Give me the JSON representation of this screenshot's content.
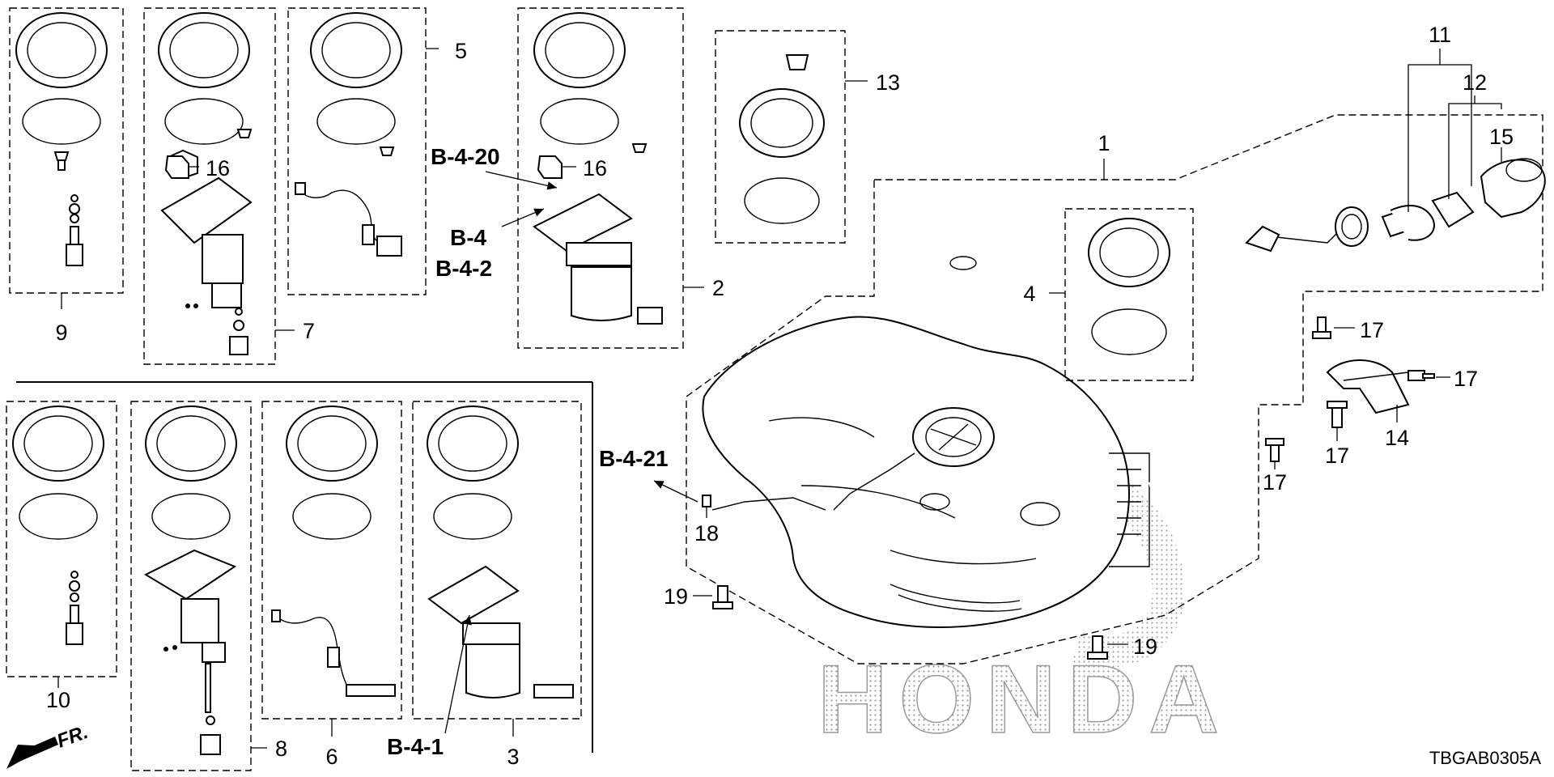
{
  "parts": {
    "p1": "1",
    "p2": "2",
    "p3": "3",
    "p4": "4",
    "p5": "5",
    "p6": "6",
    "p7": "7",
    "p8": "8",
    "p9": "9",
    "p10": "10",
    "p11": "11",
    "p12": "12",
    "p13": "13",
    "p14": "14",
    "p15": "15",
    "p16": "16",
    "p17": "17",
    "p18": "18",
    "p19": "19"
  },
  "refs": {
    "b420": "B-4-20",
    "b4": "B-4",
    "b42": "B-4-2",
    "b421": "B-4-21",
    "b41": "B-4-1"
  },
  "front_marker": "FR.",
  "watermark": "HONDA",
  "diagram_code": "TBGAB0305A",
  "colors": {
    "line": "#000000",
    "watermark": "#bdbdbd"
  }
}
